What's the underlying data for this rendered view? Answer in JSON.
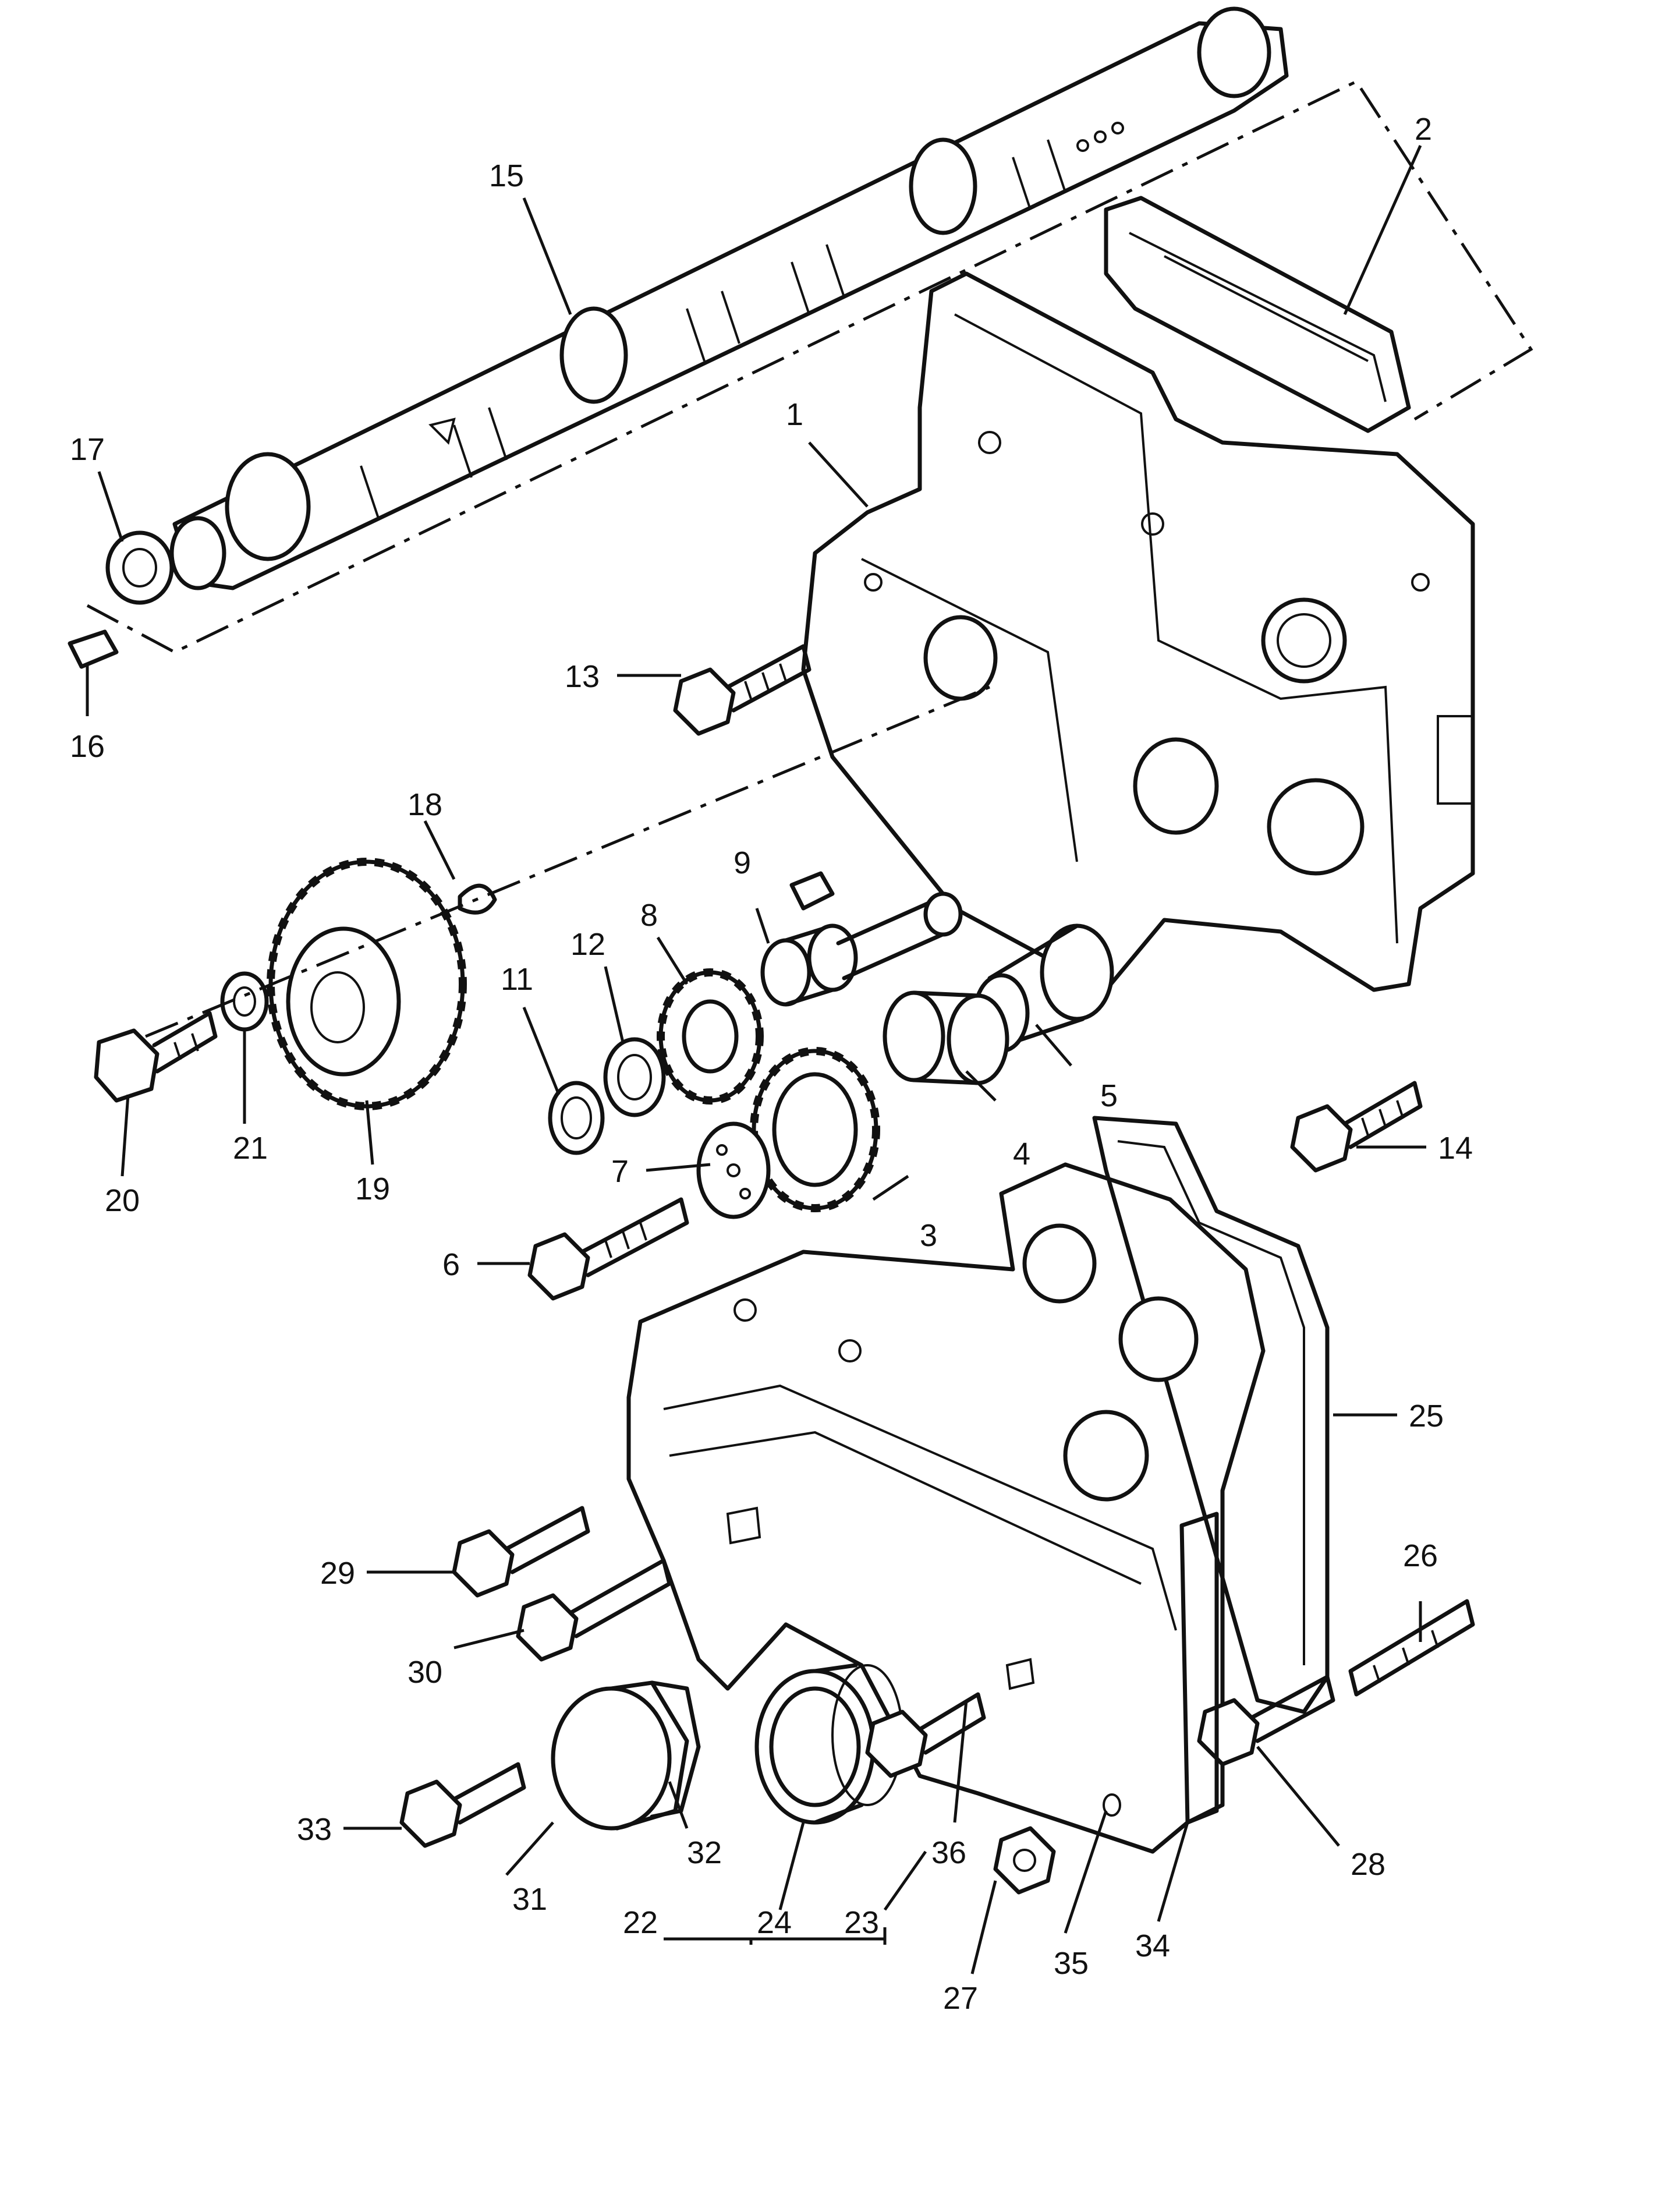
{
  "callouts": {
    "c1": "1",
    "c2": "2",
    "c3": "3",
    "c4": "4",
    "c5": "5",
    "c6": "6",
    "c7": "7",
    "c8": "8",
    "c9": "9",
    "c11": "11",
    "c12": "12",
    "c13": "13",
    "c14": "14",
    "c15": "15",
    "c16": "16",
    "c17": "17",
    "c18": "18",
    "c19": "19",
    "c20": "20",
    "c21": "21",
    "c22": "22",
    "c23": "23",
    "c24": "24",
    "c25": "25",
    "c26": "26",
    "c27": "27",
    "c28": "28",
    "c29": "29",
    "c30": "30",
    "c31": "31",
    "c32": "32",
    "c33": "33",
    "c34": "34",
    "c35": "35",
    "c36": "36"
  }
}
